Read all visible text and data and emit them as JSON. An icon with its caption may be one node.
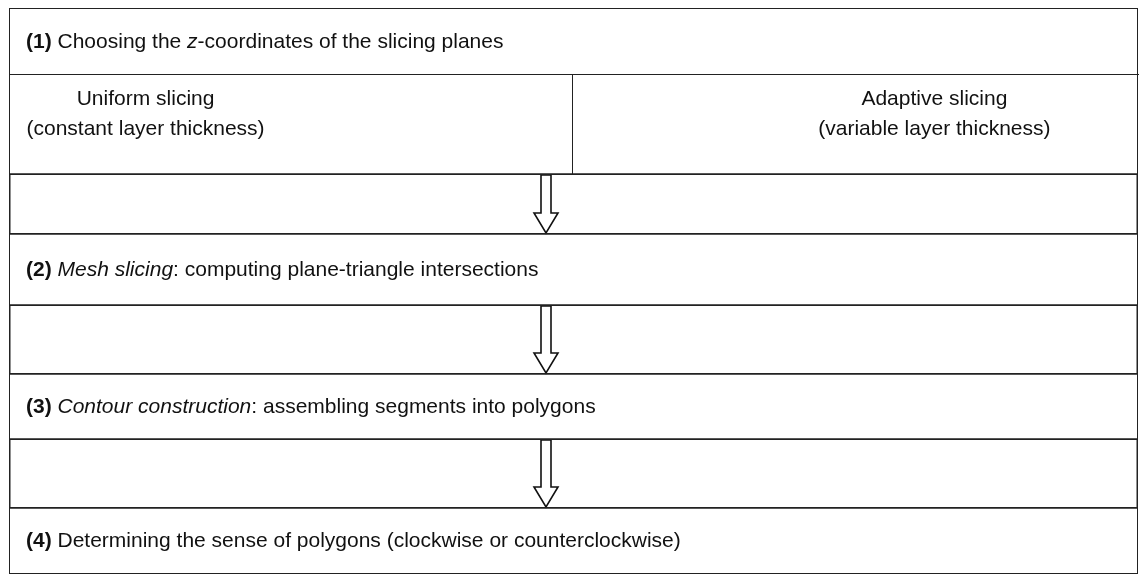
{
  "diagram": {
    "nodes": [
      {
        "text": [
          "**(1)** Choosing the *z*-coordinates of the slicing planes"
        ]
      },
      {
        "text": [
          "Uniform slicing",
          "(constant layer thickness)"
        ],
        "in": 0
      },
      {
        "text": [
          "Adaptive slicing",
          "(variable layer thickness)"
        ],
        "in": 0
      },
      {
        "text": [
          "**(2)** *Mesh slicing*: computing plane-triangle intersections"
        ]
      },
      {
        "text": [
          "**(3)** *Contour construction*: assembling segments into polygons"
        ]
      },
      {
        "text": [
          "**(4)** Determining the sense of polygons (clockwise or counterclockwise)"
        ]
      }
    ],
    "edges": [
      {
        "from": 0,
        "to": 3,
        "arrow": "to"
      },
      {
        "from": 3,
        "to": 4,
        "arrow": "to"
      },
      {
        "from": 4,
        "to": 5,
        "arrow": "to"
      }
    ]
  }
}
